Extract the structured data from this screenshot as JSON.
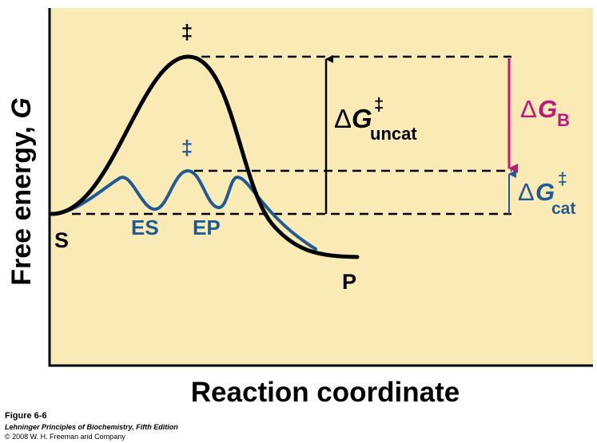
{
  "axes": {
    "y_label": "Free energy, ",
    "y_label_var": "G",
    "x_label": "Reaction coordinate"
  },
  "states": {
    "substrate": "S",
    "product": "P",
    "es_complex": "ES",
    "ep_complex": "EP",
    "transition_uncat": "‡",
    "transition_cat": "‡"
  },
  "energy_labels": {
    "uncat": {
      "delta": "Δ",
      "var": "G",
      "sup": "‡",
      "sub": "uncat"
    },
    "binding": {
      "delta": "Δ",
      "var": "G",
      "sub": "B"
    },
    "cat": {
      "delta": "Δ",
      "var": "G",
      "sup": "‡",
      "sub": "cat"
    }
  },
  "caption": {
    "figure": "Figure 6-6",
    "book": "Lehninger Principles of Biochemistry, Fifth Edition",
    "copyright": "© 2008 W. H. Freeman and Company"
  },
  "colors": {
    "panel_bg": "#faeab6",
    "uncatalyzed_curve": "#000000",
    "catalyzed_curve": "#1f5a96",
    "binding_energy": "#c0177a"
  }
}
